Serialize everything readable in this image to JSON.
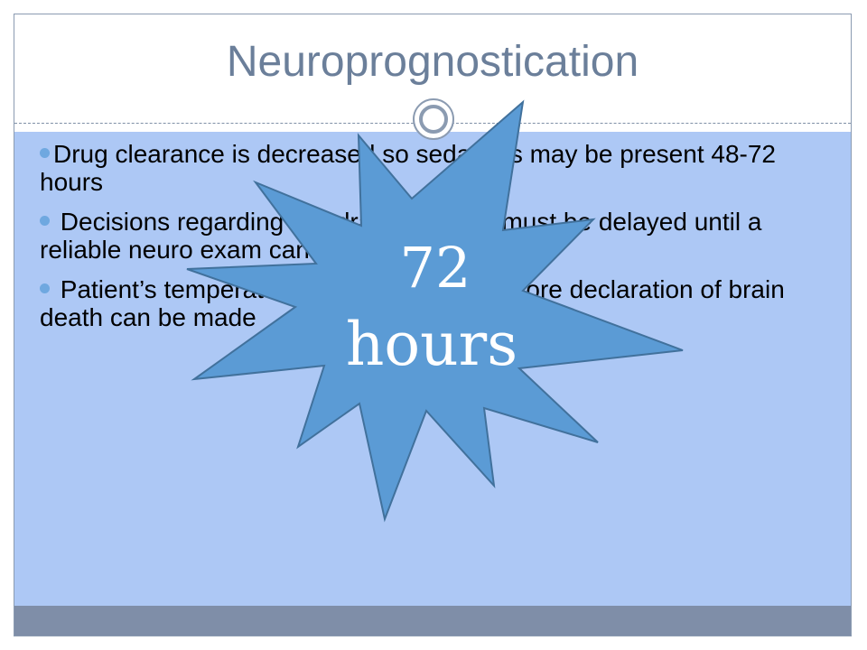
{
  "slide": {
    "title": "Neuroprognostication",
    "bullets": [
      {
        "text": "Drug clearance is decreased so sedatives may be present 48-72 hours"
      },
      {
        "lead": " Decisions regarding withdrawal of care ",
        "emph": "must",
        "tail": " be delayed until a reliable neuro exam can be performed"
      },
      {
        "lead": " Patient’s temperature must be at 35",
        "deg": "°",
        "tail": "C before declaration of brain death can be made"
      }
    ],
    "callout": {
      "line1": "72",
      "line2": "hours"
    }
  },
  "colors": {
    "title": "#6b7f9a",
    "content_bg": "#adc8f5",
    "footer": "#7f8ea8",
    "bullet": "#6fa8e0",
    "starburst_fill": "#5b9bd5",
    "starburst_stroke": "#41719c"
  }
}
